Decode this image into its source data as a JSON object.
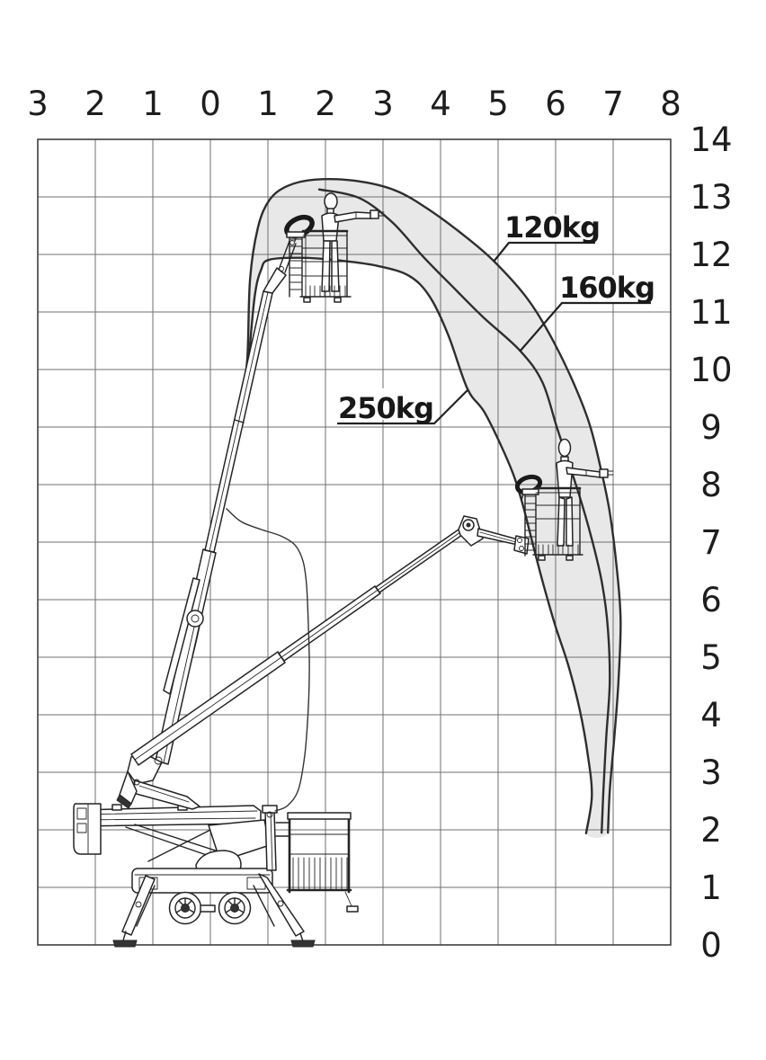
{
  "chart_data": {
    "type": "area",
    "description": "Aerial work platform working-envelope load chart with three capacity curves and shaded zone",
    "x_axis": {
      "position": "top",
      "tick_labels": [
        "3",
        "2",
        "1",
        "0",
        "1",
        "2",
        "3",
        "4",
        "5",
        "6",
        "7",
        "8"
      ],
      "tick_values": [
        -3,
        -2,
        -1,
        0,
        1,
        2,
        3,
        4,
        5,
        6,
        7,
        8
      ],
      "range_m": [
        -3,
        8
      ]
    },
    "y_axis": {
      "position": "right",
      "tick_labels": [
        "14",
        "13",
        "12",
        "11",
        "10",
        "9",
        "8",
        "7",
        "6",
        "5",
        "4",
        "3",
        "2",
        "1",
        "0"
      ],
      "tick_values": [
        14,
        13,
        12,
        11,
        10,
        9,
        8,
        7,
        6,
        5,
        4,
        3,
        2,
        1,
        0
      ],
      "range_m": [
        0,
        14
      ]
    },
    "grid": true,
    "shaded_region": {
      "between": [
        "250kg",
        "120kg"
      ],
      "color": "#e8e8e8"
    },
    "series": [
      {
        "name": "120kg",
        "role": "outer-envelope",
        "points_m": [
          [
            -0.42,
            4.63
          ],
          [
            -0.28,
            5.17
          ],
          [
            -0.16,
            5.72
          ],
          [
            -0.03,
            6.42
          ],
          [
            0.09,
            7.2
          ],
          [
            0.22,
            7.91
          ],
          [
            0.38,
            8.77
          ],
          [
            0.53,
            9.55
          ],
          [
            0.64,
            10.17
          ],
          [
            0.69,
            11.58
          ],
          [
            0.83,
            12.48
          ],
          [
            1.03,
            12.95
          ],
          [
            1.34,
            13.19
          ],
          [
            1.81,
            13.3
          ],
          [
            2.52,
            13.28
          ],
          [
            3.22,
            13.11
          ],
          [
            3.84,
            12.75
          ],
          [
            4.47,
            12.28
          ],
          [
            4.92,
            11.89
          ],
          [
            5.48,
            11.27
          ],
          [
            5.88,
            10.64
          ],
          [
            6.27,
            9.86
          ],
          [
            6.58,
            9.08
          ],
          [
            6.78,
            8.3
          ],
          [
            6.94,
            7.52
          ],
          [
            7.06,
            6.58
          ],
          [
            7.13,
            5.64
          ],
          [
            7.09,
            4.55
          ],
          [
            7.02,
            3.61
          ],
          [
            6.94,
            2.67
          ],
          [
            6.91,
            1.95
          ]
        ]
      },
      {
        "name": "160kg",
        "role": "mid-envelope",
        "points_m": [
          [
            1.89,
            13.13
          ],
          [
            2.59,
            12.98
          ],
          [
            3.17,
            12.55
          ],
          [
            3.69,
            11.97
          ],
          [
            4.2,
            11.45
          ],
          [
            4.73,
            10.92
          ],
          [
            5.38,
            10.33
          ],
          [
            5.77,
            9.78
          ],
          [
            6.03,
            8.97
          ],
          [
            6.39,
            7.88
          ],
          [
            6.63,
            7.05
          ],
          [
            6.81,
            6.27
          ],
          [
            6.91,
            5.48
          ],
          [
            6.94,
            4.55
          ],
          [
            6.88,
            3.61
          ],
          [
            6.83,
            2.67
          ],
          [
            6.8,
            1.95
          ]
        ]
      },
      {
        "name": "250kg",
        "role": "inner-envelope",
        "points_m": [
          [
            0.67,
            10.2
          ],
          [
            0.77,
            11.27
          ],
          [
            0.88,
            11.73
          ],
          [
            1.03,
            11.91
          ],
          [
            1.66,
            11.94
          ],
          [
            2.28,
            11.89
          ],
          [
            2.91,
            11.8
          ],
          [
            3.45,
            11.63
          ],
          [
            3.81,
            11.27
          ],
          [
            4.13,
            10.61
          ],
          [
            4.47,
            9.66
          ],
          [
            4.78,
            9.23
          ],
          [
            5.2,
            8.34
          ],
          [
            5.41,
            7.72
          ],
          [
            5.61,
            6.94
          ],
          [
            5.8,
            6.22
          ],
          [
            6.0,
            5.53
          ],
          [
            6.22,
            4.86
          ],
          [
            6.42,
            4.08
          ],
          [
            6.56,
            3.3
          ],
          [
            6.63,
            2.59
          ],
          [
            6.53,
            1.94
          ]
        ]
      },
      {
        "name": "minimum-reach-boundary",
        "role": "inner-limit-line",
        "points_m": [
          [
            0.28,
            7.58
          ],
          [
            0.53,
            7.36
          ],
          [
            0.88,
            7.22
          ],
          [
            1.22,
            7.11
          ],
          [
            1.47,
            6.95
          ],
          [
            1.61,
            6.67
          ],
          [
            1.67,
            6.27
          ],
          [
            1.7,
            5.64
          ],
          [
            1.72,
            4.86
          ],
          [
            1.7,
            4.08
          ],
          [
            1.64,
            3.3
          ],
          [
            1.53,
            2.7
          ],
          [
            1.34,
            2.42
          ],
          [
            1.13,
            2.33
          ]
        ]
      }
    ]
  }
}
